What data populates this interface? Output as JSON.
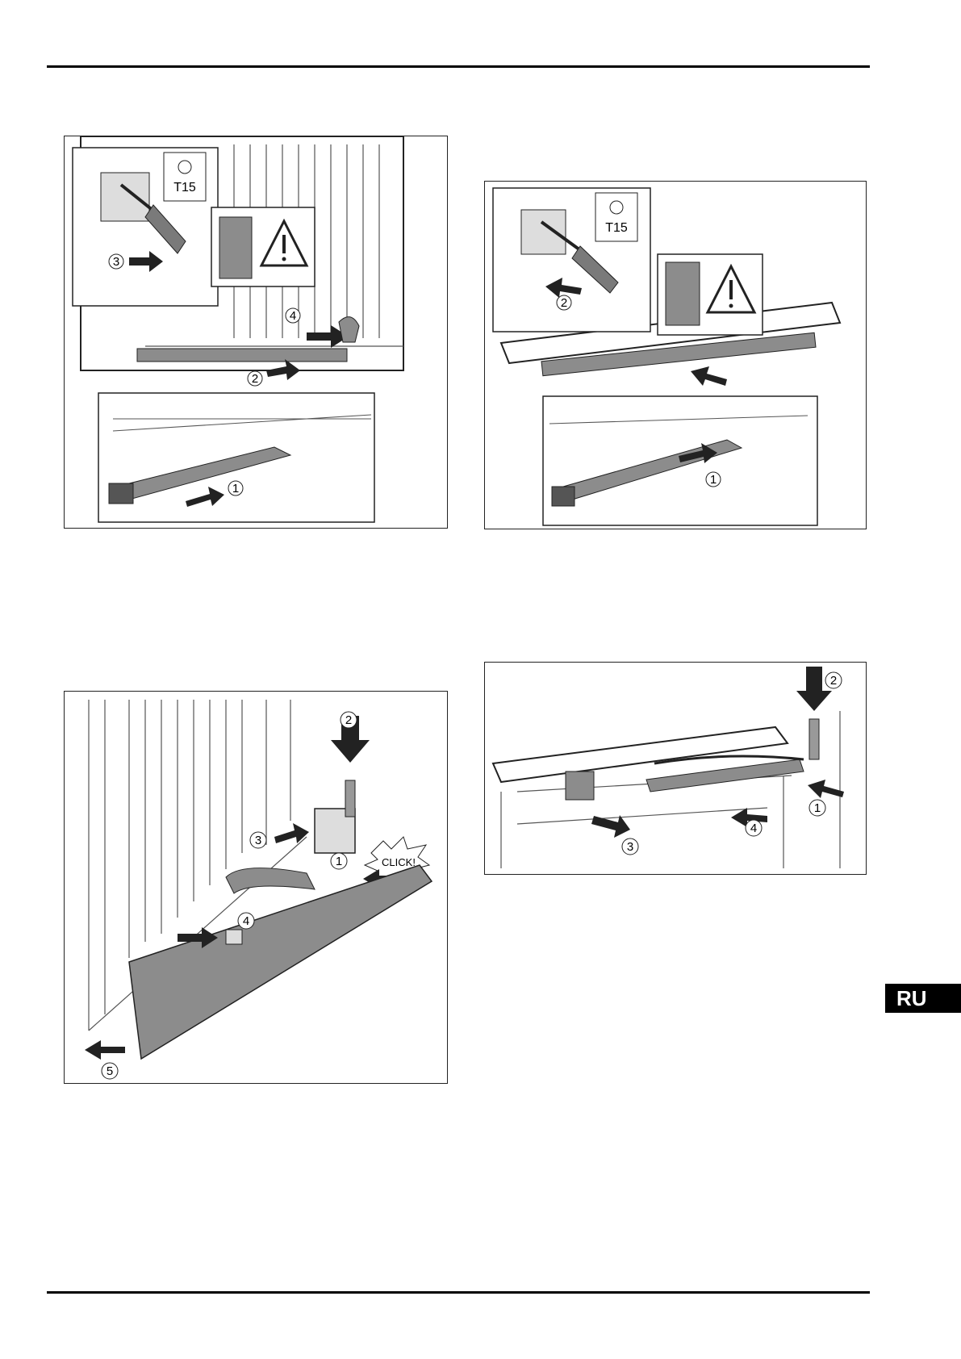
{
  "language_tab": "RU",
  "figures": {
    "fig1": {
      "tool_label": "T15",
      "steps": [
        "1",
        "2",
        "3",
        "4"
      ]
    },
    "fig2": {
      "tool_label": "T15",
      "steps": [
        "1",
        "2"
      ]
    },
    "fig3": {
      "click_label": "CLICK!",
      "steps": [
        "1",
        "2",
        "3",
        "4",
        "5"
      ]
    },
    "fig4": {
      "steps": [
        "1",
        "2",
        "3",
        "4"
      ]
    }
  },
  "colors": {
    "rule": "#000000",
    "part_gray": "#8c8c8c",
    "line": "#222222"
  }
}
